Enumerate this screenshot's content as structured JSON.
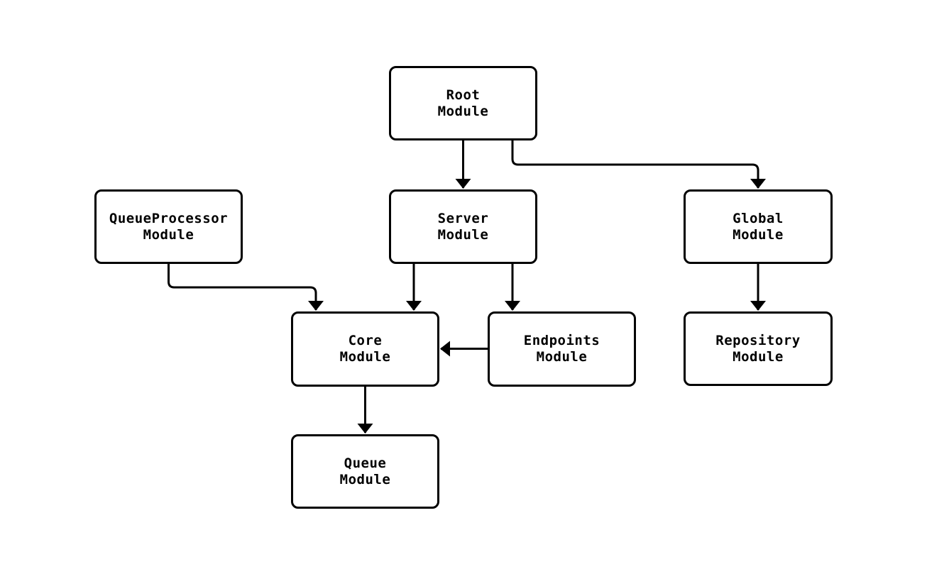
{
  "diagram": {
    "type": "flowchart",
    "direction": "top-down",
    "colors": {
      "background": "#ffffff",
      "node_fill": "#ffffff",
      "stroke": "#000000",
      "text": "#000000"
    },
    "nodes": {
      "root": {
        "line1": "Root",
        "line2": "Module"
      },
      "queue_processor": {
        "line1": "QueueProcessor",
        "line2": "Module"
      },
      "server": {
        "line1": "Server",
        "line2": "Module"
      },
      "global": {
        "line1": "Global",
        "line2": "Module"
      },
      "core": {
        "line1": "Core",
        "line2": "Module"
      },
      "endpoints": {
        "line1": "Endpoints",
        "line2": "Module"
      },
      "repository": {
        "line1": "Repository",
        "line2": "Module"
      },
      "queue": {
        "line1": "Queue",
        "line2": "Module"
      }
    },
    "edges": [
      {
        "from": "root",
        "to": "server"
      },
      {
        "from": "root",
        "to": "global"
      },
      {
        "from": "queue_processor",
        "to": "core"
      },
      {
        "from": "server",
        "to": "core"
      },
      {
        "from": "server",
        "to": "endpoints"
      },
      {
        "from": "endpoints",
        "to": "core"
      },
      {
        "from": "global",
        "to": "repository"
      },
      {
        "from": "core",
        "to": "queue"
      }
    ]
  }
}
